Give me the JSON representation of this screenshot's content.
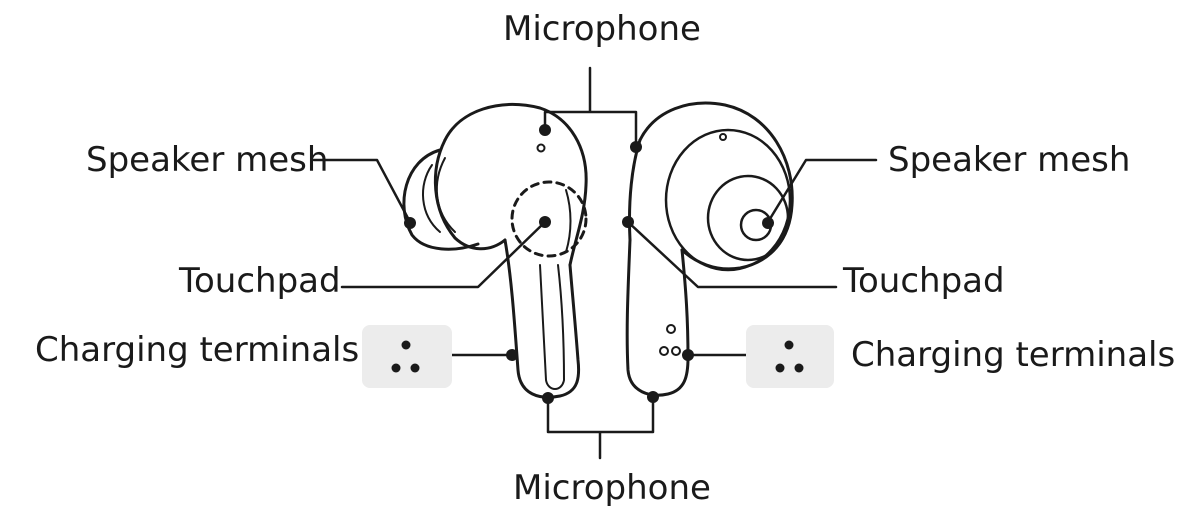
{
  "labels": {
    "microphone_top": "Microphone",
    "microphone_bottom": "Microphone",
    "speaker_mesh_left": "Speaker mesh",
    "speaker_mesh_right": "Speaker mesh",
    "touchpad_left": "Touchpad",
    "touchpad_right": "Touchpad",
    "charging_terminals_left": "Charging terminals",
    "charging_terminals_right": "Charging terminals"
  },
  "colors": {
    "ink": "#1a1a1a",
    "inset_background": "#ececec"
  }
}
